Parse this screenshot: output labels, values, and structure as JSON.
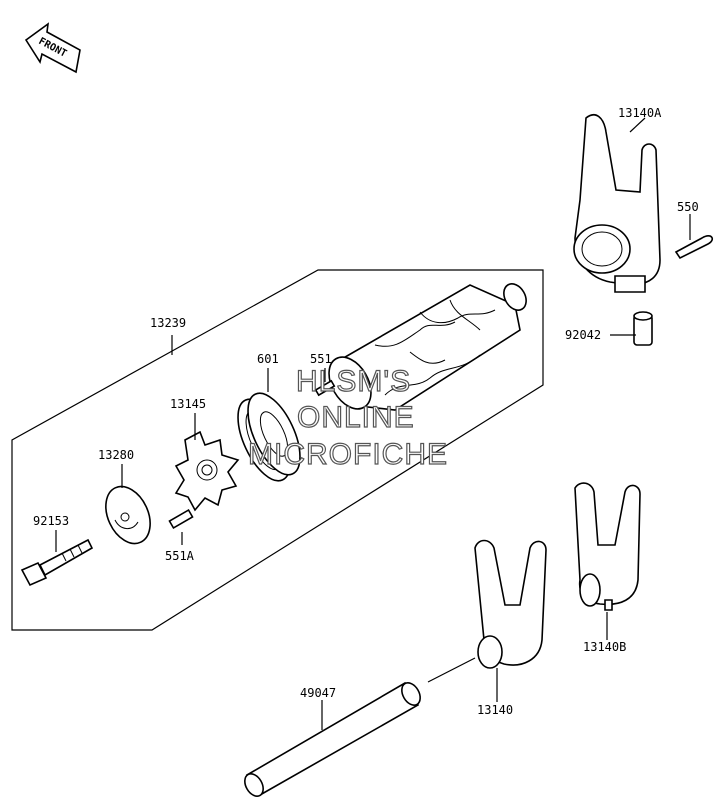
{
  "front_arrow": {
    "label": "FRONT"
  },
  "parts": {
    "p13140A": "13140A",
    "p550": "550",
    "p92042": "92042",
    "p13239": "13239",
    "p601": "601",
    "p551": "551",
    "p13145": "13145",
    "p13280": "13280",
    "p92153": "92153",
    "p551A": "551A",
    "p13140B": "13140B",
    "p13140": "13140",
    "p49047": "49047"
  },
  "watermark": {
    "line1": "HLSM'S",
    "line2": "ONLINE",
    "line3": "MICROFICHE"
  }
}
